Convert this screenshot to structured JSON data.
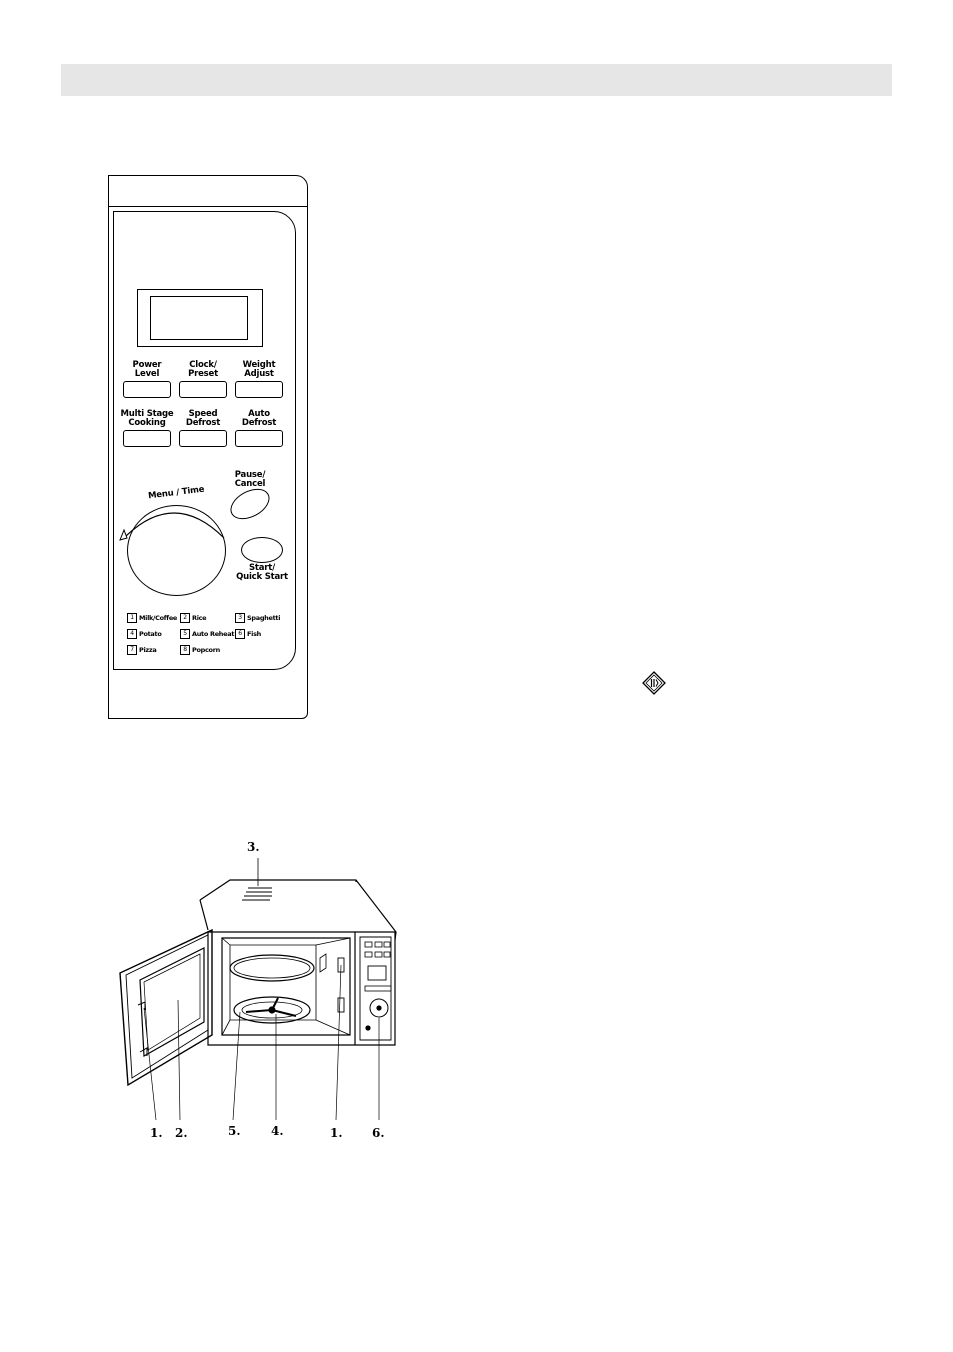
{
  "control_panel": {
    "buttons": [
      {
        "label1": "Power",
        "label2": "Level"
      },
      {
        "label1": "Clock/",
        "label2": "Preset"
      },
      {
        "label1": "Weight",
        "label2": "Adjust"
      },
      {
        "label1": "Multi Stage",
        "label2": "Cooking"
      },
      {
        "label1": "Speed",
        "label2": "Defrost"
      },
      {
        "label1": "Auto",
        "label2": "Defrost"
      }
    ],
    "dial_label": "Menu / Time",
    "pause": {
      "label1": "Pause/",
      "label2": "Cancel"
    },
    "start": {
      "label1": "Start/",
      "label2": "Quick Start"
    },
    "programs": [
      {
        "num": "1",
        "name": "Milk/Coffee"
      },
      {
        "num": "2",
        "name": "Rice"
      },
      {
        "num": "3",
        "name": "Spaghetti"
      },
      {
        "num": "4",
        "name": "Potato"
      },
      {
        "num": "5",
        "name": "Auto Reheat"
      },
      {
        "num": "6",
        "name": "Fish"
      },
      {
        "num": "7",
        "name": "Pizza"
      },
      {
        "num": "8",
        "name": "Popcorn"
      }
    ]
  },
  "oven_callouts": [
    "3.",
    "1.",
    "2.",
    "5.",
    "4.",
    "1.",
    "6."
  ]
}
